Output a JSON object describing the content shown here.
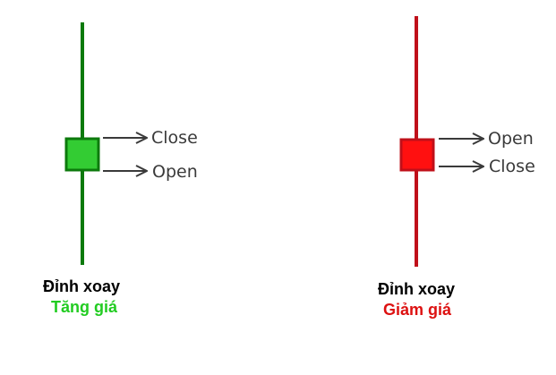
{
  "bullish": {
    "color": "#0c7a0c",
    "body_color": "#33cc33",
    "top_label": "Close",
    "bottom_label": "Open",
    "title": "Đỉnh xoay",
    "subtitle": "Tăng giá",
    "subtitle_color": "#22cc22"
  },
  "bearish": {
    "color": "#c0101a",
    "body_color": "#ff1010",
    "top_label": "Open",
    "bottom_label": "Close",
    "title": "Đỉnh xoay",
    "subtitle": "Giảm giá",
    "subtitle_color": "#dd1111"
  }
}
